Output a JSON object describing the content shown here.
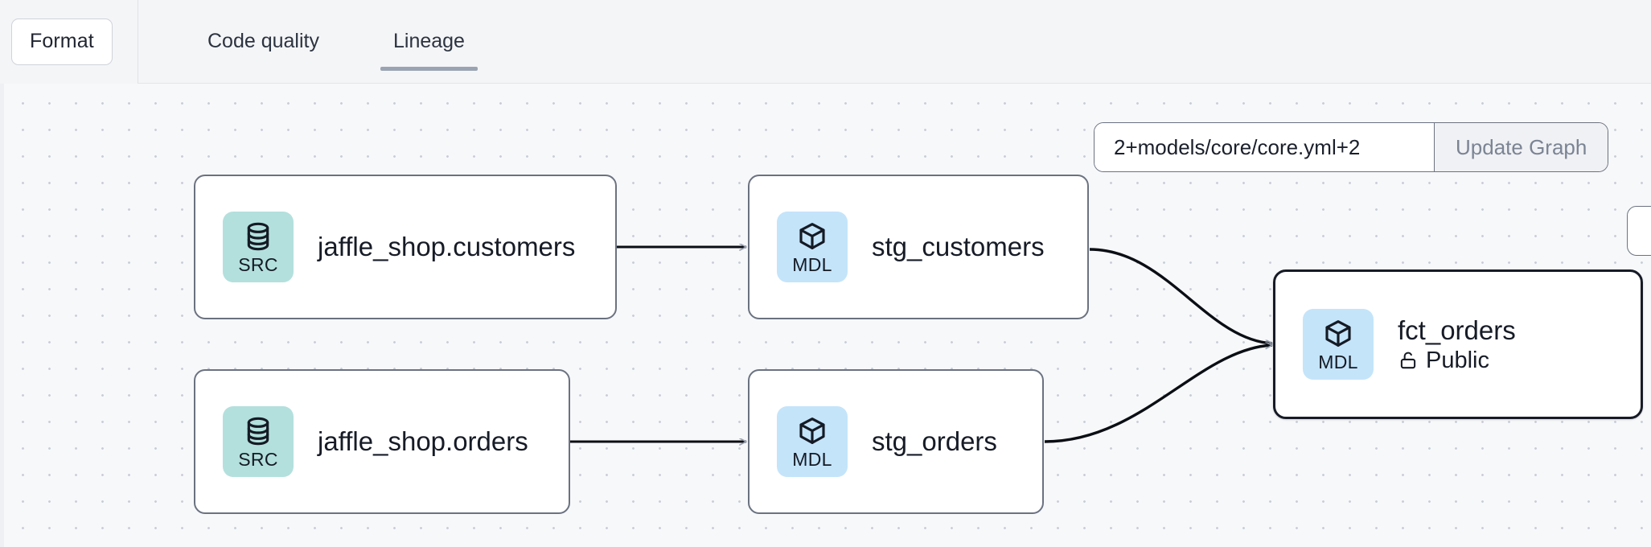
{
  "toolbar": {
    "format_label": "Format",
    "tabs": [
      {
        "label": "Code quality",
        "active": false
      },
      {
        "label": "Lineage",
        "active": true
      }
    ]
  },
  "graph_controls": {
    "selector_value": "2+models/core/core.yml+2",
    "selector_placeholder": "2+models/core/core.yml+2",
    "update_label": "Update Graph"
  },
  "lineage": {
    "nodes": [
      {
        "id": "jaffle_shop_customers",
        "title": "jaffle_shop.customers",
        "badge": "SRC",
        "badge_icon": "database-icon",
        "badge_color": "#b3e0dd",
        "selected": false,
        "meta": null
      },
      {
        "id": "jaffle_shop_orders",
        "title": "jaffle_shop.orders",
        "badge": "SRC",
        "badge_icon": "database-icon",
        "badge_color": "#b3e0dd",
        "selected": false,
        "meta": null
      },
      {
        "id": "stg_customers",
        "title": "stg_customers",
        "badge": "MDL",
        "badge_icon": "cube-icon",
        "badge_color": "#c4e4fa",
        "selected": false,
        "meta": null
      },
      {
        "id": "stg_orders",
        "title": "stg_orders",
        "badge": "MDL",
        "badge_icon": "cube-icon",
        "badge_color": "#c4e4fa",
        "selected": false,
        "meta": null
      },
      {
        "id": "fct_orders",
        "title": "fct_orders",
        "badge": "MDL",
        "badge_icon": "cube-icon",
        "badge_color": "#c4e4fa",
        "selected": true,
        "meta": {
          "icon": "unlock-icon",
          "text": "Public"
        }
      }
    ],
    "edges": [
      {
        "from": "jaffle_shop_customers",
        "to": "stg_customers"
      },
      {
        "from": "jaffle_shop_orders",
        "to": "stg_orders"
      },
      {
        "from": "stg_customers",
        "to": "fct_orders"
      },
      {
        "from": "stg_orders",
        "to": "fct_orders"
      }
    ]
  },
  "colors": {
    "canvas_bg": "#f7f8fa",
    "toolbar_bg": "#f4f5f7",
    "node_border": "#6b7280",
    "node_border_selected": "#161b26",
    "edge": "#0b0e14",
    "tab_active_underline": "#9aa3b2",
    "src_badge": "#b3e0dd",
    "mdl_badge": "#c4e4fa"
  }
}
